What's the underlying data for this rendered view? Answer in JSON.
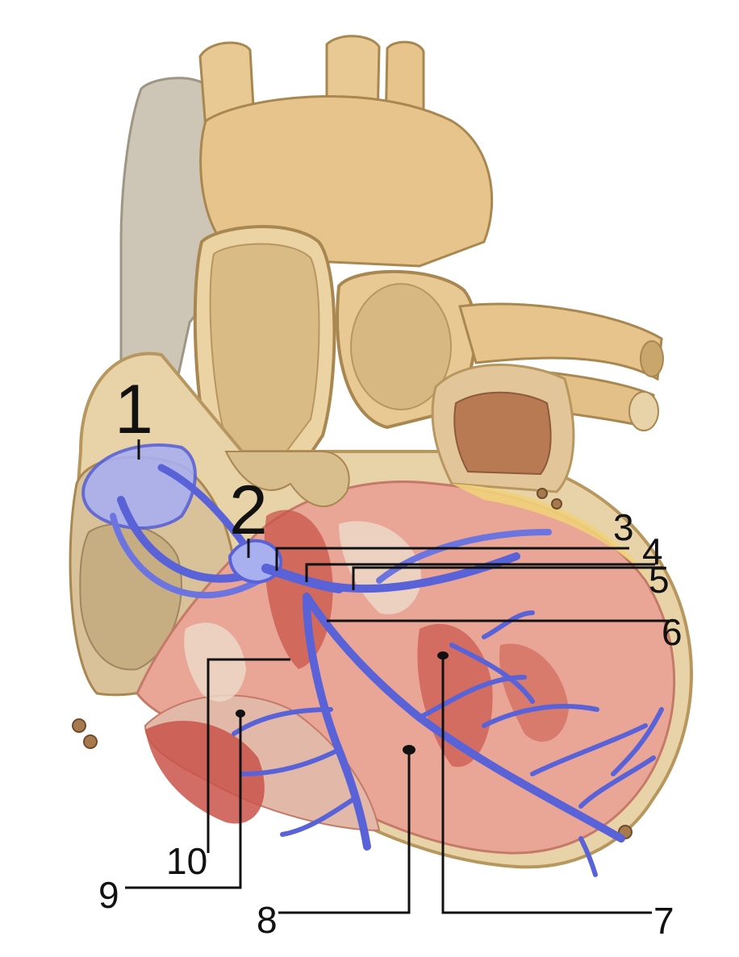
{
  "figure": {
    "labels": [
      "1",
      "2",
      "3",
      "4",
      "5",
      "6",
      "7",
      "8",
      "9",
      "10"
    ]
  },
  "colors": {
    "background": "#ffffff",
    "vessel_tan": "#e6c690",
    "vessel_shadow": "#c9a66b",
    "vena_cava_grey": "#c9c3b5",
    "heart_wall_tan": "#e8d3a8",
    "myocardium_pink": "#e9a696",
    "muscle_red": "#c9544a",
    "fat_yellow": "#f0d27a",
    "conduction_blue": "#5a62d8",
    "conduction_light": "#a9b0f0",
    "label_black": "#111111"
  }
}
